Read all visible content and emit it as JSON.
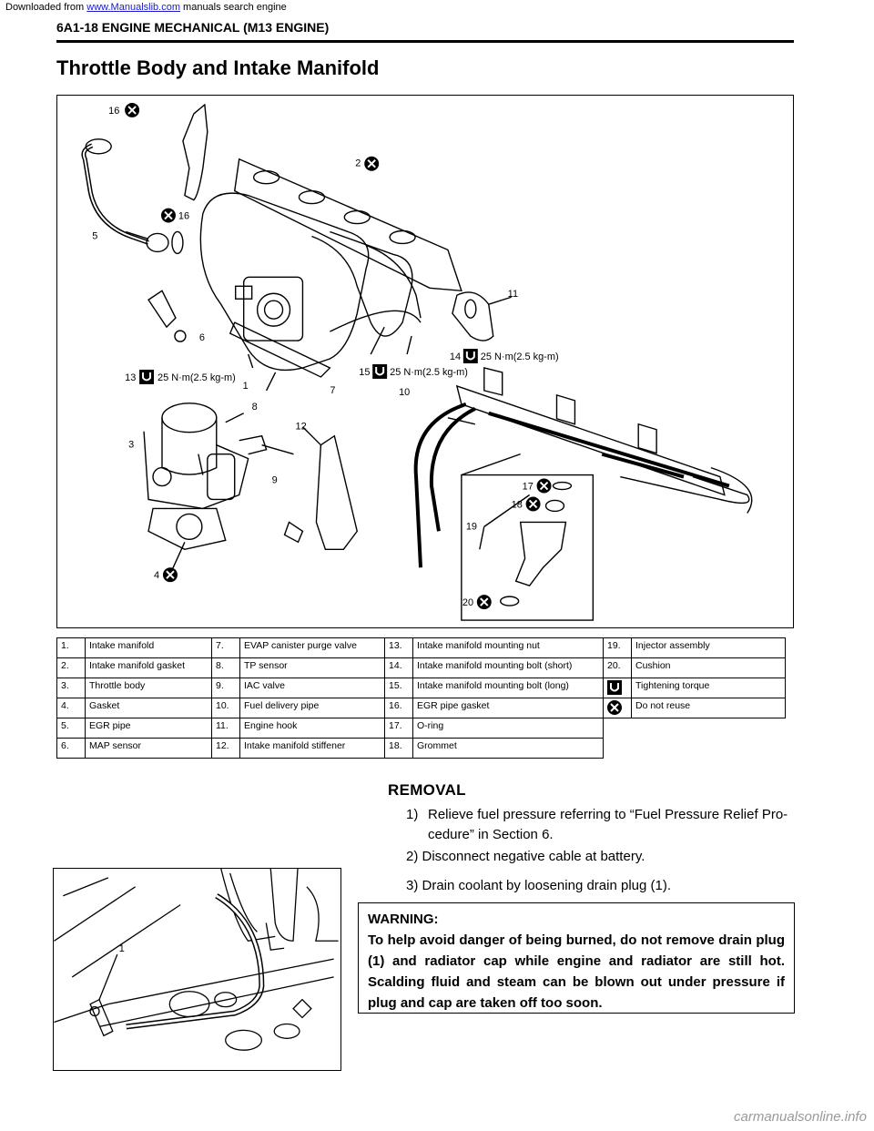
{
  "banner": {
    "prefix": "Downloaded from ",
    "link": "www.Manualslib.com",
    "suffix": " manuals search engine"
  },
  "header": {
    "section": "6A1-18 ENGINE MECHANICAL (M13 ENGINE)",
    "title": "Throttle Body and Intake Manifold"
  },
  "diagram": {
    "callouts": [
      "16",
      "2",
      "16",
      "5",
      "11",
      "6",
      "14",
      "15",
      "13",
      "1",
      "7",
      "10",
      "8",
      "3",
      "12",
      "9",
      "17",
      "18",
      "19",
      "4",
      "20"
    ],
    "torque": "25 N·m(2.5 kg-m)"
  },
  "legend": {
    "rows": [
      [
        {
          "n": "1.",
          "t": "Intake manifold"
        },
        {
          "n": "7.",
          "t": "EVAP canister purge valve"
        },
        {
          "n": "13.",
          "t": "Intake manifold mounting nut"
        },
        {
          "n": "19.",
          "t": "Injector assembly"
        }
      ],
      [
        {
          "n": "2.",
          "t": "Intake manifold gasket"
        },
        {
          "n": "8.",
          "t": "TP sensor"
        },
        {
          "n": "14.",
          "t": "Intake manifold mounting bolt (short)"
        },
        {
          "n": "20.",
          "t": "Cushion"
        }
      ],
      [
        {
          "n": "3.",
          "t": "Throttle body"
        },
        {
          "n": "9.",
          "t": "IAC valve"
        },
        {
          "n": "15.",
          "t": "Intake manifold mounting bolt (long)"
        },
        {
          "n": "",
          "t": "Tightening torque"
        }
      ],
      [
        {
          "n": "4.",
          "t": "Gasket"
        },
        {
          "n": "10.",
          "t": "Fuel delivery pipe"
        },
        {
          "n": "16.",
          "t": "EGR pipe gasket"
        },
        {
          "n": "",
          "t": "Do not reuse"
        }
      ],
      [
        {
          "n": "5.",
          "t": "EGR pipe"
        },
        {
          "n": "11.",
          "t": "Engine hook"
        },
        {
          "n": "17.",
          "t": "O-ring"
        }
      ],
      [
        {
          "n": "6.",
          "t": "MAP sensor"
        },
        {
          "n": "12.",
          "t": "Intake manifold stiffener"
        },
        {
          "n": "18.",
          "t": "Grommet"
        }
      ]
    ]
  },
  "removal": {
    "heading": "REMOVAL",
    "step1_num": "1)",
    "step1": "Relieve fuel pressure referring to “Fuel Pressure Relief Pro- cedure” in Section 6.",
    "step2": "2)  Disconnect negative cable at battery.",
    "step3": "3)  Drain coolant by loosening drain plug (1).",
    "photo_callout": "1",
    "warning_title": "WARNING:",
    "warning_body": "To help avoid danger of being burned, do not remove drain plug (1) and radiator cap while engine and radiator are still hot. Scalding fluid and steam can be blown out under pressure if plug and cap are taken off too soon."
  },
  "footer": "carmanualsonline.info"
}
